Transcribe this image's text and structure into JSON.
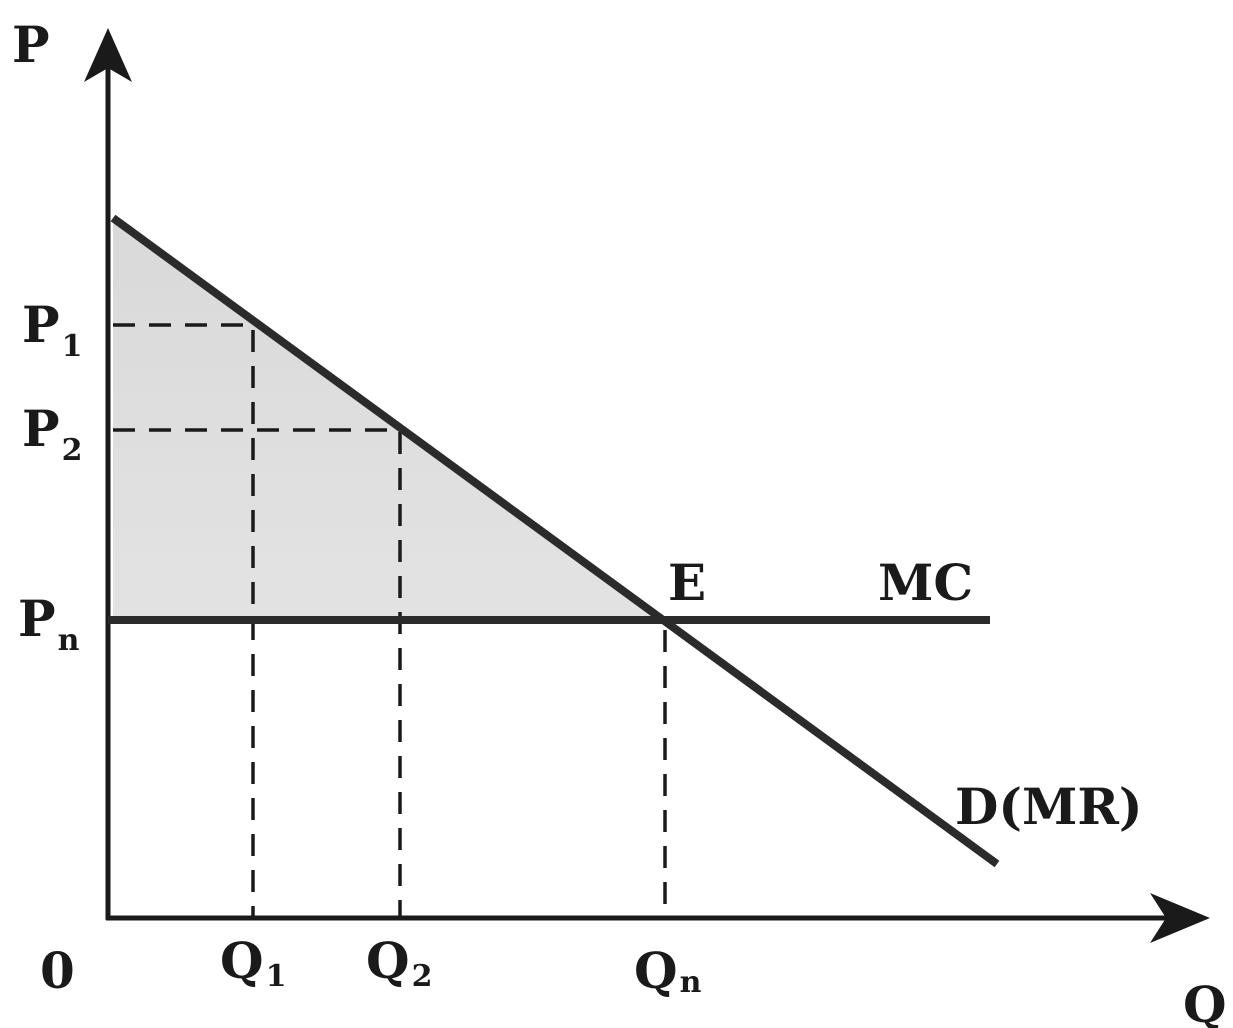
{
  "axes": {
    "y_label": "P",
    "x_label": "Q",
    "origin_label": "0"
  },
  "price_labels": {
    "p1": {
      "main": "P",
      "sub": "1"
    },
    "p2": {
      "main": "P",
      "sub": "2"
    },
    "pn": {
      "main": "P",
      "sub": "n"
    }
  },
  "quantity_labels": {
    "q1": {
      "main": "Q",
      "sub": "1"
    },
    "q2": {
      "main": "Q",
      "sub": "2"
    },
    "qn": {
      "main": "Q",
      "sub": "n"
    }
  },
  "curves": {
    "demand_label": "D(MR)",
    "mc_label": "MC",
    "equilibrium_label": "E"
  },
  "colors": {
    "line": "#2b2b2b",
    "shade": "#dcdcdc"
  }
}
